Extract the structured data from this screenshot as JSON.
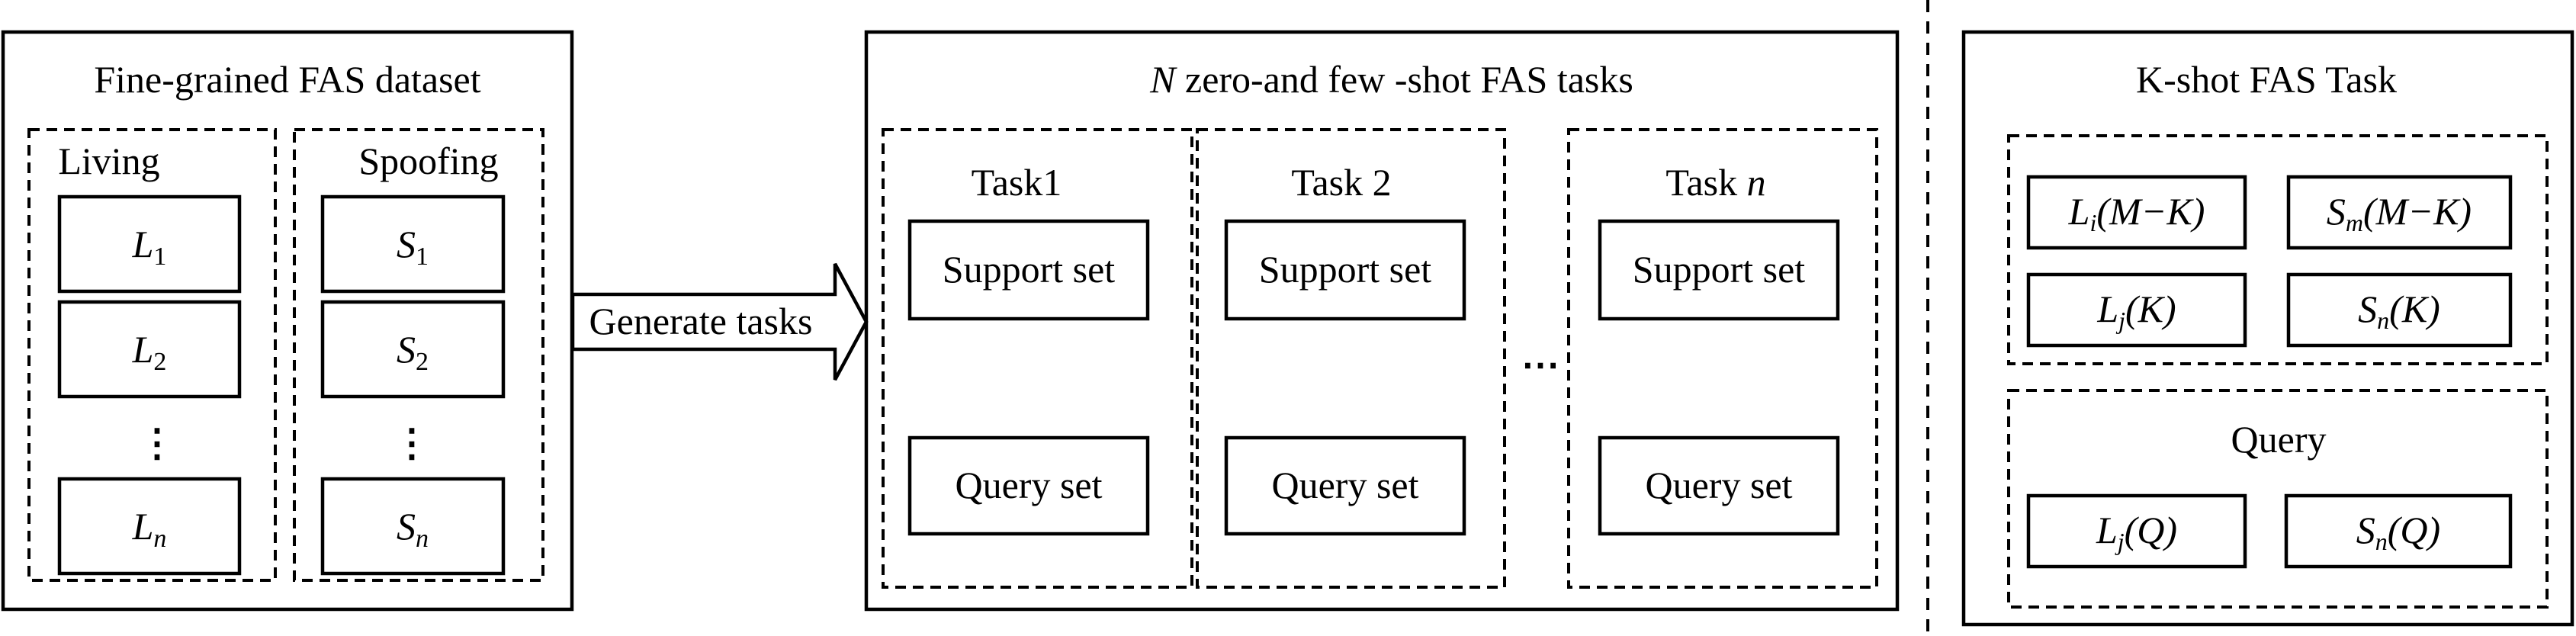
{
  "dataset": {
    "title": "Fine-grained FAS dataset",
    "living": {
      "label": "Living",
      "items": [
        {
          "sym": "L",
          "sub": "1"
        },
        {
          "sym": "L",
          "sub": "2"
        },
        {
          "sym": "L",
          "sub": "n"
        }
      ]
    },
    "spoofing": {
      "label": "Spoofing",
      "items": [
        {
          "sym": "S",
          "sub": "1"
        },
        {
          "sym": "S",
          "sub": "2"
        },
        {
          "sym": "S",
          "sub": "n"
        }
      ]
    },
    "ellipsis": "⋮"
  },
  "arrow": {
    "label": "Generate tasks"
  },
  "tasks": {
    "title_italic": "N",
    "title_rest": " zero-and few -shot FAS tasks",
    "ellipsis": "⋯",
    "task1": {
      "label": "Task1",
      "support": "Support set",
      "query": "Query set"
    },
    "task2": {
      "label": "Task 2",
      "support": "Support set",
      "query": "Query set"
    },
    "taskn": {
      "label_prefix": "Task ",
      "label_italic": "n",
      "support": "Support set",
      "query": "Query set"
    }
  },
  "kshot": {
    "title": "K-shot FAS Task",
    "support_items": [
      {
        "sym": "L",
        "sub": "i",
        "arg": "(M−K)"
      },
      {
        "sym": "S",
        "sub": "m",
        "arg": "(M−K)"
      },
      {
        "sym": "L",
        "sub": "j",
        "arg": "(K)"
      },
      {
        "sym": "S",
        "sub": "n",
        "arg": "(K)"
      }
    ],
    "query_label": "Query",
    "query_items": [
      {
        "sym": "L",
        "sub": "j",
        "arg": "(Q)"
      },
      {
        "sym": "S",
        "sub": "n",
        "arg": "(Q)"
      }
    ]
  }
}
